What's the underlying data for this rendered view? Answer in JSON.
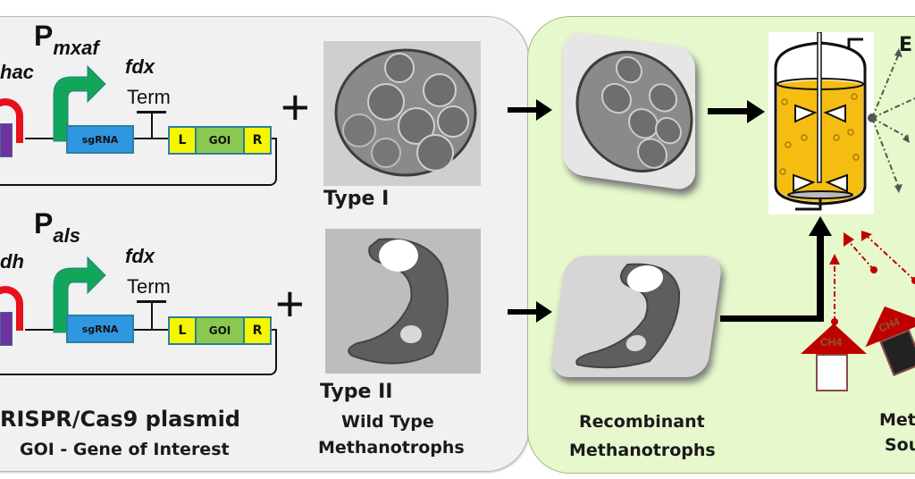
{
  "left_panel": {
    "construct_top": {
      "promoter_left_label": "hac",
      "promoter_main": "P",
      "promoter_main_sub": "mxaf",
      "terminator_italic": "fdx",
      "terminator_label": "Term",
      "sgrna_label": "sgRNA",
      "cassette": [
        "L",
        "GOI",
        "R"
      ]
    },
    "construct_bottom": {
      "promoter_left_label": "dh",
      "promoter_main": "P",
      "promoter_main_sub": "als",
      "terminator_italic": "fdx",
      "terminator_label": "Term",
      "sgrna_label": "sgRNA",
      "cassette": [
        "L",
        "GOI",
        "R"
      ]
    },
    "plus_top": "+",
    "plus_bottom": "+",
    "type1_label": "Type I",
    "type2_label": "Type II",
    "plasmid_title": "RISPR/Cas9 plasmid",
    "plasmid_subtitle": "GOI - Gene of Interest",
    "wild_type_line1": "Wild Type",
    "wild_type_line2": "Methanotrophs"
  },
  "right_panel": {
    "recombinant_line1": "Recombinant",
    "recombinant_line2": "Methanotrophs",
    "products_label_partial": "E",
    "sources_line1_partial": "Met",
    "sources_line2_partial": "Sou",
    "methane_badge_1": "CH4",
    "methane_badge_2": "CH4"
  },
  "colors": {
    "left_panel_bg": "#f1f1f1",
    "right_panel_bg": "#e6f8cc",
    "promoter_red": "#e8101a",
    "promoter_green": "#12a65a",
    "block_purple": "#7030a0",
    "sgrna_blue": "#2f96e0",
    "cassette_yellow": "#f5f500",
    "cassette_green": "#8cc850",
    "bioreactor_liquid": "#f5bd12",
    "methane_red": "#c00000"
  }
}
